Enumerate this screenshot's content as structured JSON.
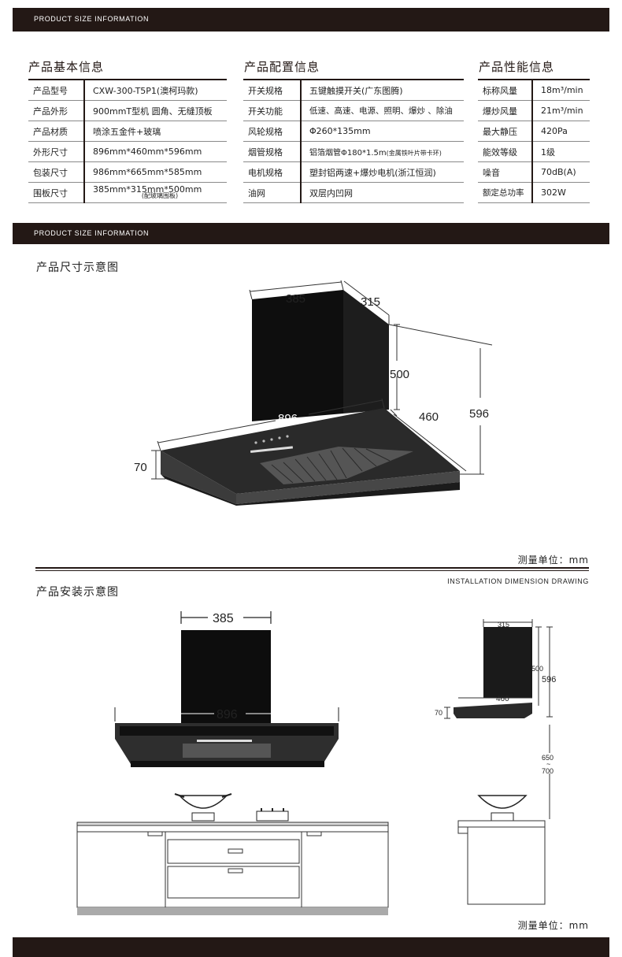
{
  "banner_label": "PRODUCT SIZE INFORMATION",
  "basic": {
    "title": "产品基本信息",
    "rows": [
      {
        "k": "产品型号",
        "v": "CXW-300-T5P1(澳柯玛款)"
      },
      {
        "k": "产品外形",
        "v": "900mmT型机 圆角、无缝顶板"
      },
      {
        "k": "产品材质",
        "v": "喷涂五金件+玻璃"
      },
      {
        "k": "外形尺寸",
        "v": "896mm*460mm*596mm"
      },
      {
        "k": "包装尺寸",
        "v": "986mm*665mm*585mm"
      },
      {
        "k": "围板尺寸",
        "v": "385mm*315mm*500mm",
        "note": "(配玻璃围板)"
      }
    ]
  },
  "config": {
    "title": "产品配置信息",
    "rows": [
      {
        "k": "开关规格",
        "v": "五键触摸开关(广东图腾)"
      },
      {
        "k": "开关功能",
        "v": "低速、高速、电源、照明、爆炒 、除油"
      },
      {
        "k": "风轮规格",
        "v": "Φ260*135mm"
      },
      {
        "k": "烟管规格",
        "v": "铝箔烟管Φ180*1.5m",
        "note": "(金属铁叶片带卡环)"
      },
      {
        "k": "电机规格",
        "v": "塑封铝两速+爆炒电机(浙江恒润)"
      },
      {
        "k": "油网",
        "v": "双层内凹网"
      }
    ]
  },
  "performance": {
    "title": "产品性能信息",
    "rows": [
      {
        "k": "标称风量",
        "v": "18m³/min"
      },
      {
        "k": "爆炒风量",
        "v": "21m³/min"
      },
      {
        "k": "最大静压",
        "v": "420Pa"
      },
      {
        "k": "能效等级",
        "v": "1级"
      },
      {
        "k": "噪音",
        "v": "70dB(A)"
      },
      {
        "k": "额定总功率",
        "v": "302W"
      }
    ]
  },
  "size_diagram": {
    "title": "产品尺寸示意图",
    "dims": {
      "d385": "385",
      "d315": "315",
      "d500": "500",
      "d596": "596",
      "d896": "896",
      "d460": "460",
      "d70": "70"
    },
    "unit": "测量单位：mm"
  },
  "install_diagram": {
    "title": "产品安装示意图",
    "label": "INSTALLATION DIMENSION DRAWING",
    "dims": {
      "d385": "385",
      "d896": "896",
      "d315": "315",
      "d500": "500",
      "d596": "596",
      "d460": "460",
      "d70": "70",
      "d650": "650",
      "tilde": "~",
      "d700": "700"
    },
    "unit": "测量单位：mm"
  }
}
